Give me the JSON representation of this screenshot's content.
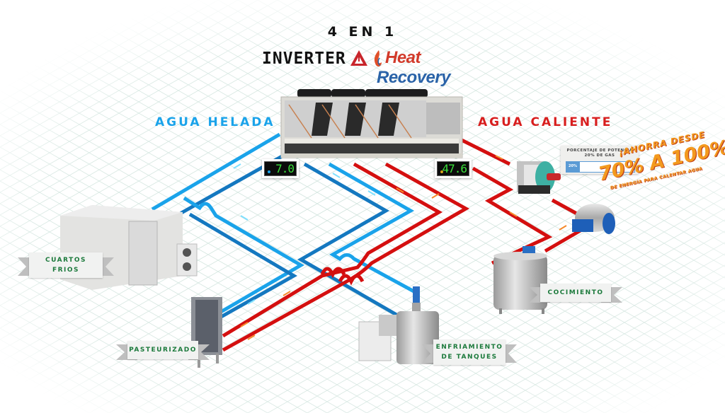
{
  "header": {
    "title": "4 EN 1",
    "brand_inverter": "INVERTER",
    "brand_heat_recovery_1": "Heat",
    "brand_heat_recovery_2": " Recovery"
  },
  "sections": {
    "cold_label": "AGUA HELADA",
    "hot_label": "AGUA CALIENTE"
  },
  "displays": {
    "cold_temp": "7.0",
    "hot_temp": "47.6"
  },
  "colors": {
    "cold_pipe": "#1aa3ea",
    "cold_pipe_dark": "#1478c0",
    "hot_pipe": "#d40f0f",
    "hot_flow": "#f58a2a",
    "label_green": "#1c7a3c"
  },
  "gas_card": {
    "title_line1": "PORCENTAJE DE POTENCIA",
    "title_line2": "20% DE GAS",
    "bar_label": "20%",
    "bar_percent": 20
  },
  "promo": {
    "line1": "¡AHORRA DESDE",
    "line2": "70% A 100%",
    "line3": "DE ENERGÍA PARA CALENTAR AGUA"
  },
  "stations": [
    {
      "id": "cuartos-frios",
      "label": "CUARTOS\nFRIOS"
    },
    {
      "id": "pasteurizado",
      "label": "PASTEURIZADO"
    },
    {
      "id": "enfriamiento",
      "label": "ENFRIAMIENTO\nDE TANQUES"
    },
    {
      "id": "cocimiento",
      "label": "COCIMIENTO"
    }
  ]
}
